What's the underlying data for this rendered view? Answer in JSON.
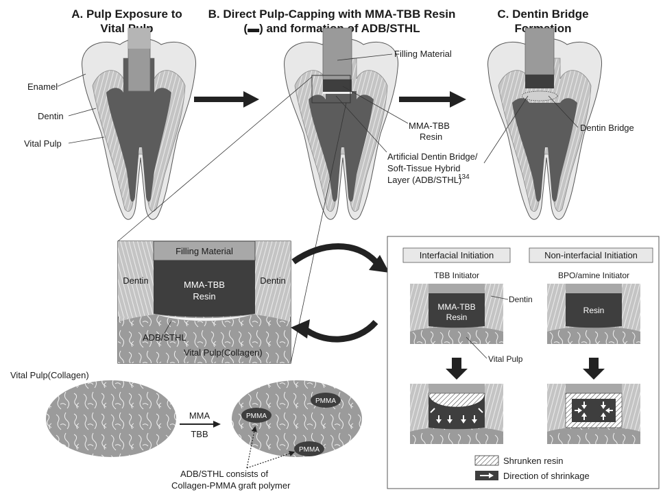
{
  "titles": {
    "a_line1": "A. Pulp Exposure to",
    "a_line2": "Vital Pulp",
    "b_line1": "B. Direct Pulp-Capping with MMA-TBB Resin",
    "b_line2": "(▬) and formation of ADB/STHL",
    "c_line1": "C. Dentin Bridge",
    "c_line2": "Formation"
  },
  "tooth_a": {
    "enamel": "Enamel",
    "dentin": "Dentin",
    "vital_pulp": "Vital Pulp"
  },
  "tooth_b": {
    "filling_material": "Filling Material",
    "mma_tbb_1": "MMA-TBB",
    "mma_tbb_2": "Resin",
    "adb_1": "Artificial Dentin Bridge/",
    "adb_2": "Soft-Tissue Hybrid",
    "adb_3": "Layer (ADB/STHL)",
    "adb_sup": "134"
  },
  "tooth_c": {
    "dentin_bridge": "Dentin Bridge"
  },
  "zoom": {
    "filling_material": "Filling Material",
    "dentin_left": "Dentin",
    "dentin_right": "Dentin",
    "resin_1": "MMA-TBB",
    "resin_2": "Resin",
    "adb": "ADB/STHL",
    "vital_pulp": "Vital Pulp(Collagen)"
  },
  "collagen": {
    "title": "Vital Pulp(Collagen)",
    "mma": "MMA",
    "tbb": "TBB",
    "pmma": "PMMA",
    "note_1": "ADB/STHL consists of",
    "note_2": "Collagen-PMMA graft polymer"
  },
  "panel": {
    "interfacial": "Interfacial Initiation",
    "non_interfacial": "Non-interfacial Initiation",
    "tbb_initiator": "TBB Initiator",
    "bpo_initiator": "BPO/amine Initiator",
    "mma_tbb_1": "MMA-TBB",
    "mma_tbb_2": "Resin",
    "resin": "Resin",
    "dentin": "Dentin",
    "vital_pulp": "Vital Pulp",
    "legend_shrunken": "Shrunken resin",
    "legend_direction": "Direction of shrinkage"
  }
}
